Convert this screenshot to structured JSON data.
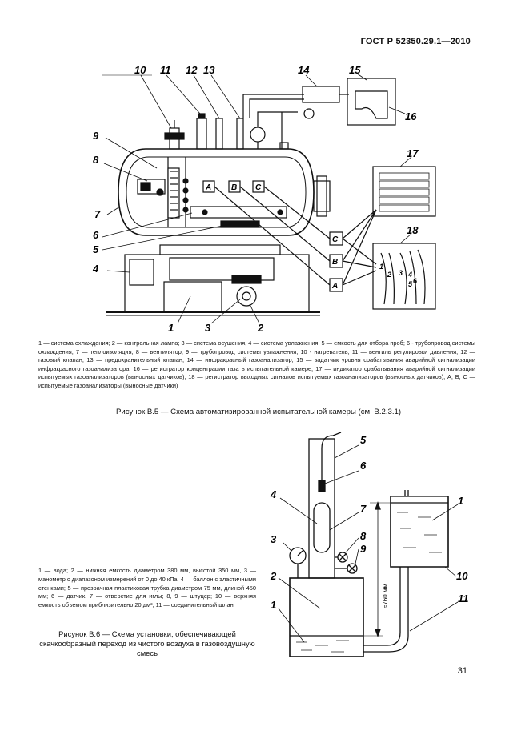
{
  "header": {
    "standard": "ГОСТ Р 52350.29.1—2010"
  },
  "figure5": {
    "labels": [
      "1",
      "2",
      "3",
      "4",
      "5",
      "6",
      "7",
      "8",
      "9",
      "10",
      "11",
      "12",
      "13",
      "14",
      "15",
      "16",
      "17",
      "18"
    ],
    "sensors": [
      "A",
      "B",
      "C"
    ],
    "registrar_curves": [
      "1",
      "2",
      "3",
      "4",
      "5",
      "6"
    ],
    "legend": "1 — система охлаждения; 2 — контрольная лампа; 3 — система осушения, 4 — система увлажнения, 5 — емкость для отбора проб; 6 - трубопровод системы охлаждения; 7 — теплоизоляция; 8 — вентилятор, 9 — трубопровод системы увлажнения; 10 - нагреватель, 11 — вентиль регулировки давления; 12 — газовый клапан, 13 — предохранительный клапан; 14 — инфракрасный газоанализатор; 15 — задатчик уровня срабатывания аварийной сигнализации инфракрасного газоанализатора; 16 — регистратор концентрации газа в испытательной камере; 17 — индикатор срабатывания аварийной сигнализации испытуемых газоанализаторов (выносных датчиков); 18 — регистратор выходных сигналов испытуемых газоанализаторов (выносных датчиков), А, В, С — испытуемые газоанализаторы (выносные датчики)",
    "title": "Рисунок В.5 — Схема автоматизированной испытательной камеры (см. В.2.3.1)"
  },
  "figure6": {
    "labels": [
      "1",
      "1",
      "2",
      "3",
      "4",
      "5",
      "6",
      "7",
      "8",
      "9",
      "10",
      "11"
    ],
    "dimension": "≈760 мм",
    "legend": "1 — вода; 2 — нижняя емкость диаметром 380 мм, высотой 350 мм, 3 — манометр с диапазоном измерений от 0 до 40 кПа; 4 — баллон с эластичными стенками; 5 — прозрачная пластиковая трубка диаметром 75 мм, длиной 450 мм; 6 — датчик. 7 — отверстие для иглы; 8, 9 — штуцер; 10 — верхняя емкость объемом приблизительно 20 дм³; 11 — соединительный шланг",
    "title": "Рисунок В.6 — Схема установки, обеспечивающей скачкообразный переход из чистого воздуха в газовоздушную смесь"
  },
  "page": {
    "number": "31"
  }
}
